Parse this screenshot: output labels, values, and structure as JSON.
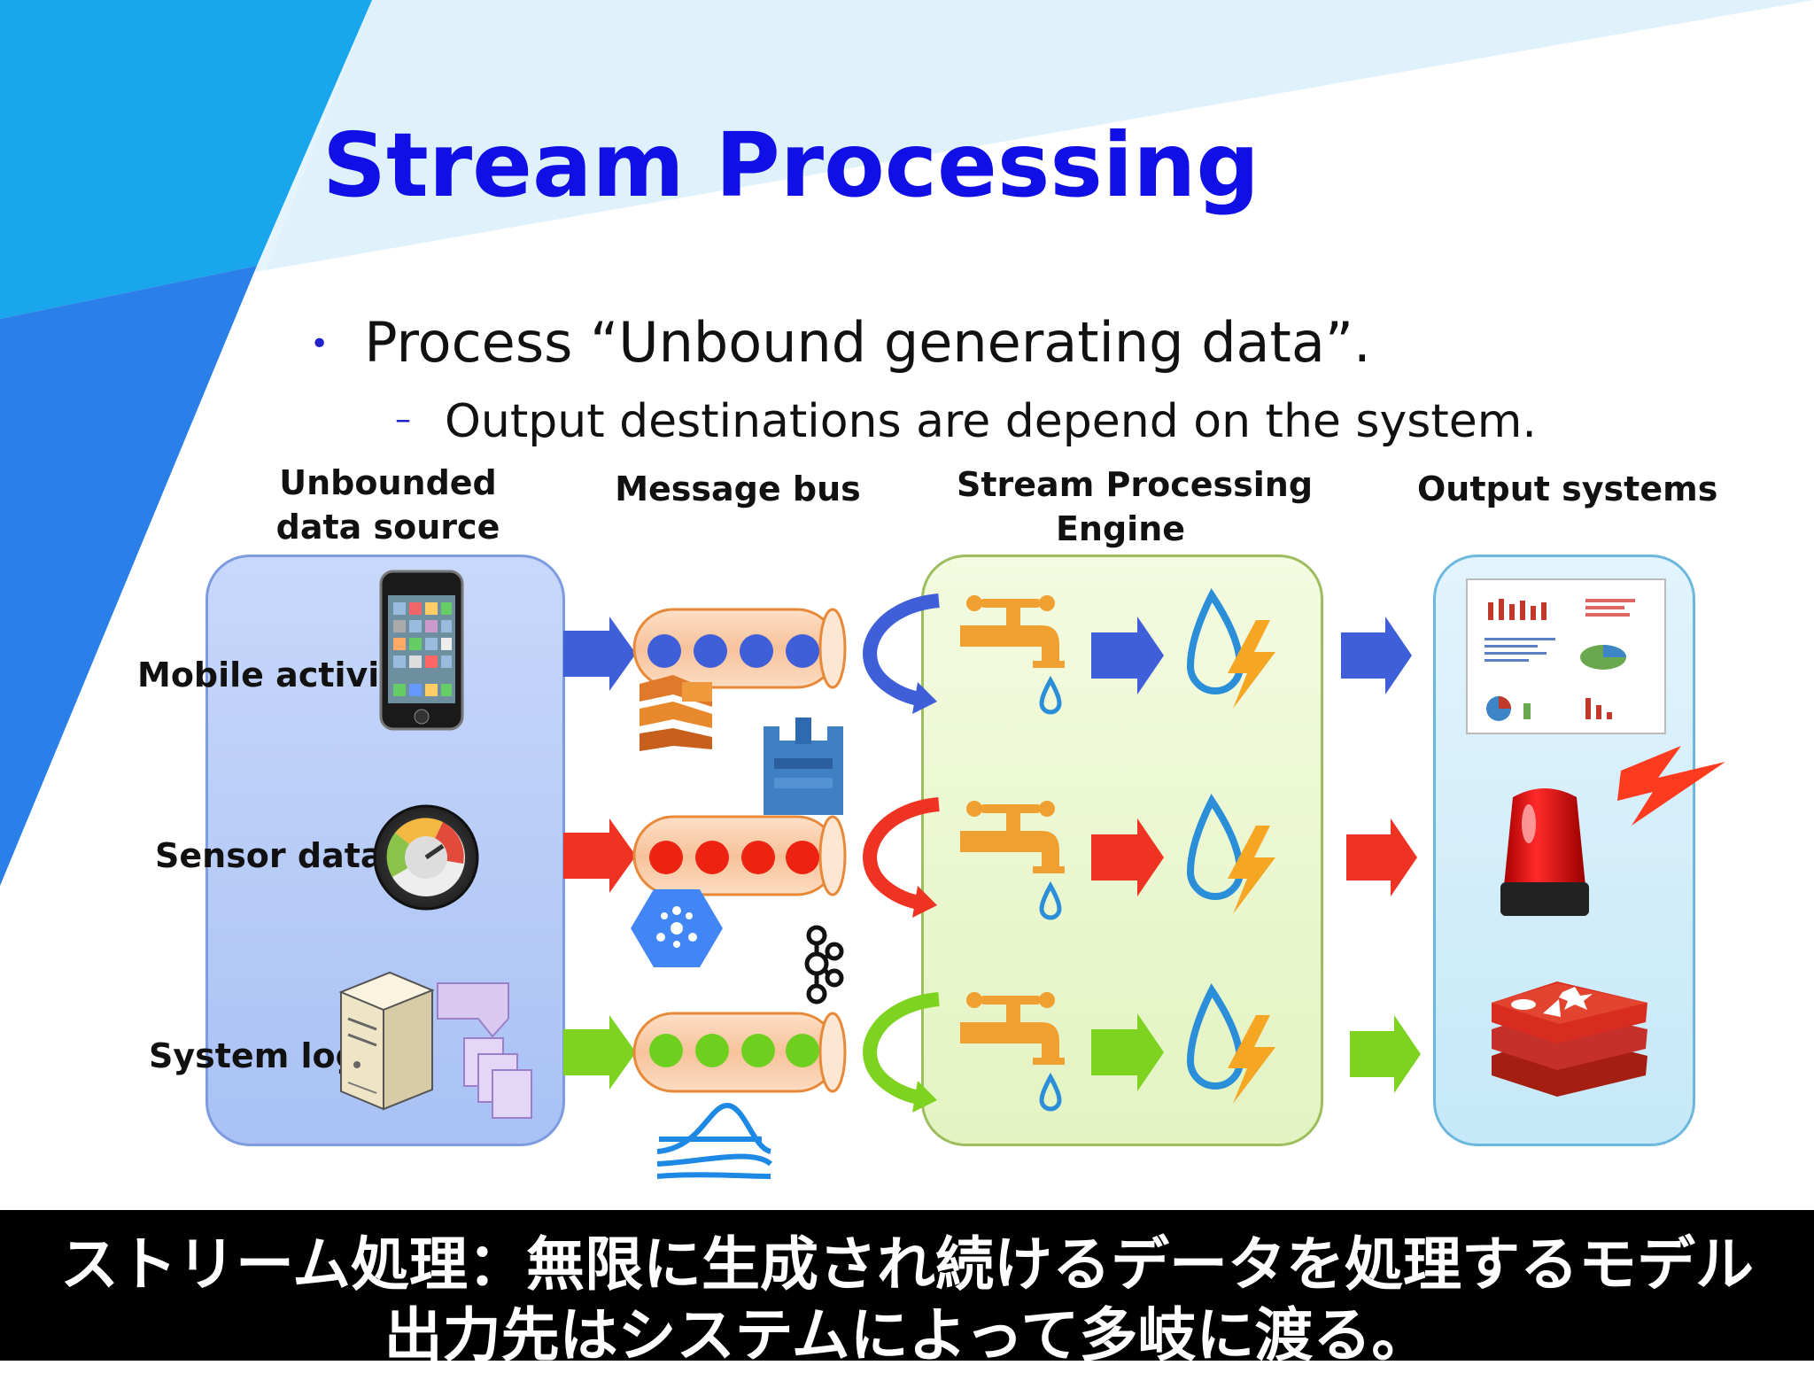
{
  "slide": {
    "title": "Stream Processing",
    "bullet": "Process “Unbound generating data”.",
    "sub_bullet": "Output destinations are depend on the system."
  },
  "columns": {
    "source_line1": "Unbounded",
    "source_line2": "data source",
    "bus": "Message bus",
    "engine_line1": "Stream Processing",
    "engine_line2": "Engine",
    "output": "Output systems"
  },
  "sources": {
    "mobile": "Mobile activity",
    "sensor": "Sensor data",
    "syslog": "System log"
  },
  "caption": {
    "line1": "ストリーム処理：無限に生成され続けるデータを処理するモデル",
    "line2": "出力先はシステムによって多岐に渡る。"
  },
  "colors": {
    "title": "#1010e6",
    "row_blue": "#3f5fd8",
    "row_red": "#ee3322",
    "row_green": "#7ed321",
    "faucet": "#f0a030",
    "drop": "#2a8fd8"
  }
}
